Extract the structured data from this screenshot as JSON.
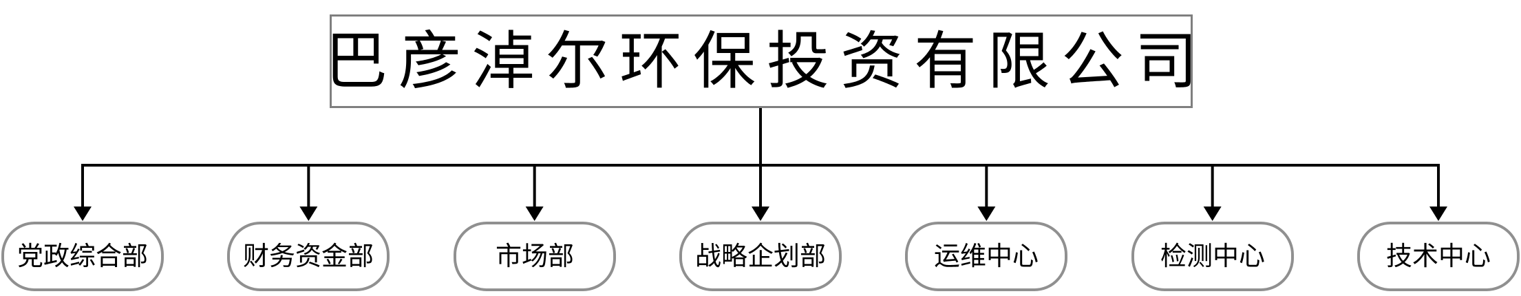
{
  "diagram": {
    "type": "org-chart",
    "title": "巴彦淖尔环保投资有限公司",
    "departments": [
      {
        "label": "党政综合部"
      },
      {
        "label": "财务资金部"
      },
      {
        "label": "市场部"
      },
      {
        "label": "战略企划部"
      },
      {
        "label": "运维中心"
      },
      {
        "label": "检测中心"
      },
      {
        "label": "技术中心"
      }
    ],
    "colors": {
      "background": "#ffffff",
      "title_border": "#7f7f7f",
      "node_border": "#909090",
      "connector": "#000000",
      "text": "#000000"
    }
  }
}
